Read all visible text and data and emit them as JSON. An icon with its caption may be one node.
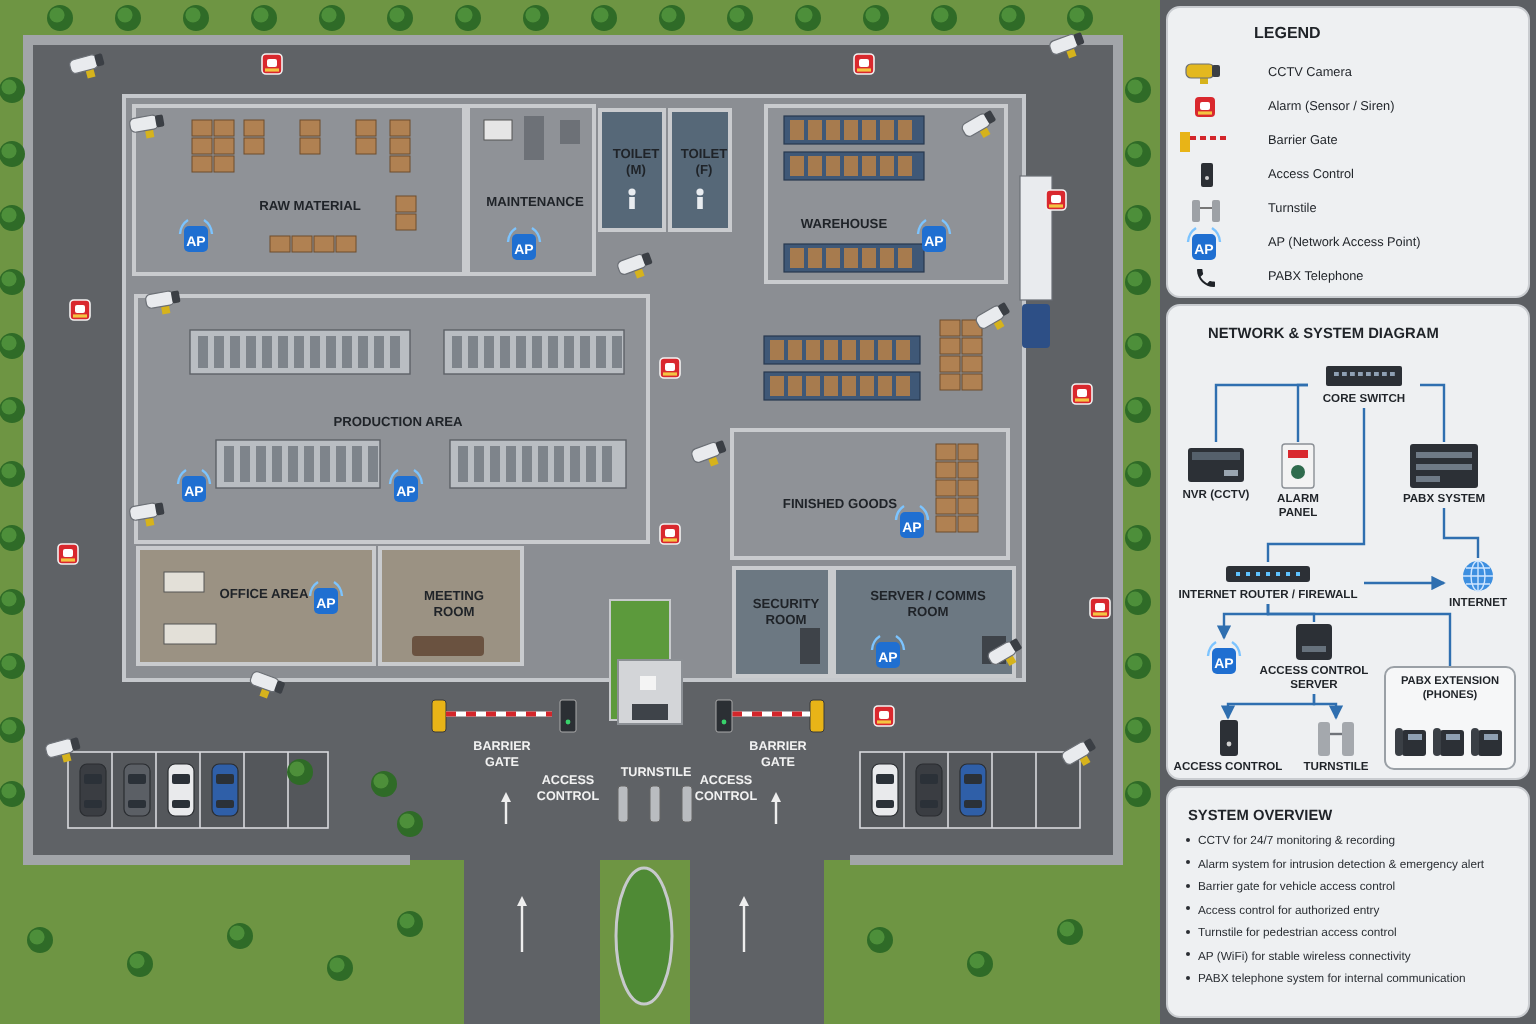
{
  "diagram": {
    "nodes": [
      {
        "text": [
          "RAW MATERIAL"
        ]
      },
      {
        "text": [
          "MAINTENANCE"
        ]
      },
      {
        "text": [
          "TOILET (M)"
        ]
      },
      {
        "text": [
          "TOILET (F)"
        ]
      },
      {
        "text": [
          "WAREHOUSE"
        ]
      },
      {
        "text": [
          "PRODUCTION AREA"
        ]
      },
      {
        "text": [
          "FINISHED GOODS"
        ]
      },
      {
        "text": [
          "OFFICE AREA"
        ]
      },
      {
        "text": [
          "MEETING ROOM"
        ]
      },
      {
        "text": [
          "SECURITY ROOM"
        ]
      },
      {
        "text": [
          "SERVER / COMMS ROOM"
        ]
      },
      {
        "text": [
          "NETWORK & SYSTEM DIAGRAM"
        ]
      },
      {
        "text": [
          "CORE SWITCH"
        ],
        "in": 11
      },
      {
        "text": [
          "NVR (CCTV)"
        ],
        "in": 11
      },
      {
        "text": [
          "ALARM PANEL"
        ],
        "in": 11
      },
      {
        "text": [
          "PABX SYSTEM"
        ],
        "in": 11
      },
      {
        "text": [
          "INTERNET ROUTER / FIREWALL"
        ],
        "in": 11
      },
      {
        "text": [
          "INTERNET"
        ],
        "in": 11
      },
      {
        "text": [
          "AP"
        ],
        "in": 11
      },
      {
        "text": [
          "ACCESS CONTROL SERVER"
        ],
        "in": 11
      },
      {
        "text": [
          "PABX EXTENSION (PHONES)"
        ],
        "in": 11
      },
      {
        "text": [
          "ACCESS CONTROL"
        ],
        "in": 11
      },
      {
        "text": [
          "TURNSTILE"
        ],
        "in": 11
      },
      {
        "text": [
          "SYSTEM OVERVIEW",
          "CCTV for 24/7 monitoring & recording",
          "Alarm system for intrusion detection & emergency alert",
          "Barrier gate for vehicle access control",
          "Access control for authorized entry",
          "Turnstile for pedestrian access control",
          "AP (WiFi) for stable wireless connectivity",
          "PABX telephone system for internal communication"
        ]
      }
    ],
    "edges": [
      {
        "from": 12,
        "to": 13,
        "arrow": "none"
      },
      {
        "from": 12,
        "to": 14,
        "arrow": "none"
      },
      {
        "from": 12,
        "to": 15,
        "arrow": "none"
      },
      {
        "from": 12,
        "to": 16,
        "arrow": "none"
      },
      {
        "from": 15,
        "to": 17,
        "arrow": "none"
      },
      {
        "from": 16,
        "to": 17,
        "arrow": "to"
      },
      {
        "from": 16,
        "to": 18,
        "arrow": "to"
      },
      {
        "from": 16,
        "to": 19,
        "arrow": "none"
      },
      {
        "from": 16,
        "to": 20,
        "arrow": "none"
      },
      {
        "from": 19,
        "to": 21,
        "arrow": "to"
      },
      {
        "from": 19,
        "to": 22,
        "arrow": "to"
      }
    ],
    "labels": [
      "AP",
      "AP",
      "AP",
      "AP",
      "AP",
      "AP",
      "AP",
      "AP",
      "BARRIER GATE",
      "ACCESS CONTROL",
      "TURNSTILE",
      "ACCESS CONTROL",
      "BARRIER GATE",
      "LEGEND",
      "AP"
    ],
    "legend": [
      {
        "text": "CCTV Camera"
      },
      {
        "text": "Alarm (Sensor / Siren)"
      },
      {
        "text": "Barrier Gate"
      },
      {
        "text": "Access Control"
      },
      {
        "text": "Turnstile"
      },
      {
        "text": "AP (Network Access Point)"
      },
      {
        "text": "PABX Telephone"
      }
    ]
  }
}
